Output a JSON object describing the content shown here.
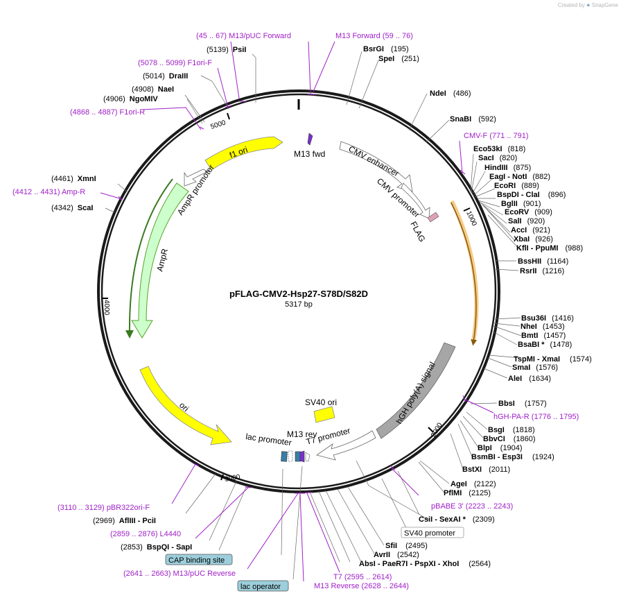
{
  "brand": {
    "created_by": "Created by",
    "name": "SnapGene"
  },
  "plasmid": {
    "name": "pFLAG-CMV2-Hsp27-S78D/S82D",
    "size_label": "5317 bp"
  },
  "ticks": [
    "1000",
    "2000",
    "3000",
    "4000",
    "5000"
  ],
  "features": [
    {
      "label": "f1 ori"
    },
    {
      "label": "AmpR promoter"
    },
    {
      "label": "AmpR"
    },
    {
      "label": "ori"
    },
    {
      "label": "M13 fwd"
    },
    {
      "label": "CMV enhancer"
    },
    {
      "label": "CMV promoter"
    },
    {
      "label": "FLAG"
    },
    {
      "label": "hGH poly(A) signal"
    },
    {
      "label": "SV40 ori"
    },
    {
      "label": "T7 promoter"
    },
    {
      "label": "M13 rev"
    },
    {
      "label": "lac promoter"
    }
  ],
  "enzymes": [
    {
      "pos": "(5139)",
      "name": "PsiI"
    },
    {
      "pos": "(5014)",
      "name": "DraIII"
    },
    {
      "pos": "(4908)",
      "name": "NaeI"
    },
    {
      "pos": "(4906)",
      "name": "NgoMIV"
    },
    {
      "pos": "(4461)",
      "name": "XmnI"
    },
    {
      "pos": "(4342)",
      "name": "ScaI"
    },
    {
      "name": "BsrGI",
      "pos": "(195)"
    },
    {
      "name": "SpeI",
      "pos": "(251)"
    },
    {
      "name": "NdeI",
      "pos": "(486)"
    },
    {
      "name": "SnaBI",
      "pos": "(592)"
    },
    {
      "name": "Eco53kI",
      "pos": "(818)"
    },
    {
      "name": "SacI",
      "pos": "(820)"
    },
    {
      "name": "HindIII",
      "pos": "(875)"
    },
    {
      "name": "EagI  -  NotI",
      "pos": "(882)"
    },
    {
      "name": "EcoRI",
      "pos": "(889)"
    },
    {
      "name": "BspDI  -  ClaI",
      "pos": "(896)"
    },
    {
      "name": "BglII",
      "pos": "(901)"
    },
    {
      "name": "EcoRV",
      "pos": "(909)"
    },
    {
      "name": "SalI",
      "pos": "(920)"
    },
    {
      "name": "AccI",
      "pos": "(921)"
    },
    {
      "name": "XbaI",
      "pos": "(926)"
    },
    {
      "name": "KflI  -  PpuMI",
      "pos": "(988)"
    },
    {
      "name": "BssHII",
      "pos": "(1164)"
    },
    {
      "name": "RsrII",
      "pos": "(1216)"
    },
    {
      "name": "Bsu36I",
      "pos": "(1416)"
    },
    {
      "name": "NheI",
      "pos": "(1453)"
    },
    {
      "name": "BmtI",
      "pos": "(1457)"
    },
    {
      "name": "BsaBI *",
      "pos": "(1478)"
    },
    {
      "name": "TspMI  -  XmaI",
      "pos": "(1574)"
    },
    {
      "name": "SmaI",
      "pos": "(1576)"
    },
    {
      "name": "AleI",
      "pos": "(1634)"
    },
    {
      "name": "BbsI",
      "pos": "(1757)"
    },
    {
      "name": "BsgI",
      "pos": "(1818)"
    },
    {
      "name": "BbvCI",
      "pos": "(1860)"
    },
    {
      "name": "BlpI",
      "pos": "(1904)"
    },
    {
      "name": "BsmBI  -  Esp3I",
      "pos": "(1924)"
    },
    {
      "name": "BstXI",
      "pos": "(2011)"
    },
    {
      "name": "AgeI",
      "pos": "(2122)"
    },
    {
      "name": "PflMI",
      "pos": "(2125)"
    },
    {
      "name": "CsiI  -  SexAI *",
      "pos": "(2309)"
    },
    {
      "name": "SfiI",
      "pos": "(2495)"
    },
    {
      "name": "AvrII",
      "pos": "(2542)"
    },
    {
      "name": "AbsI  -  PaeR7I  -  PspXI  -  XhoI",
      "pos": "(2564)"
    },
    {
      "pos": "(2969)",
      "name": "AflIII  -  PciI"
    },
    {
      "pos": "(2853)",
      "name": "BspQI  -  SapI"
    }
  ],
  "primers": [
    {
      "text": "(45 .. 67)  M13/pUC Forward"
    },
    {
      "text": "M13 Forward   (59 .. 76)"
    },
    {
      "text": "(5078 .. 5099)  F1ori-F"
    },
    {
      "text": "(4868 .. 4887)  F1ori-R"
    },
    {
      "text": "(4412 .. 4431)  Amp-R"
    },
    {
      "text": "CMV-F   (771 .. 791)"
    },
    {
      "text": "hGH-PA-R   (1776 .. 1795)"
    },
    {
      "text": "pBABE 3'   (2223 .. 2243)"
    },
    {
      "text": "(3110 .. 3129)  pBR322ori-F"
    },
    {
      "text": "(2859 .. 2876)  L4440"
    },
    {
      "text": "(2641 .. 2663)  M13/pUC Reverse"
    },
    {
      "text": "T7   (2595 .. 2614)"
    },
    {
      "text": "M13 Reverse   (2628 .. 2644)"
    }
  ],
  "boxes": [
    {
      "text": "SV40 promoter"
    },
    {
      "text": "CAP binding site"
    },
    {
      "text": "lac operator"
    }
  ],
  "colors": {
    "backbone": "#1a1a1a",
    "primer": "#a020c8",
    "f1_ori": "#ffff00",
    "ampr": "#ccffcc",
    "ampr_stroke": "#5aa02a",
    "cds_orange": "#f0a020",
    "promoter": "#ffffff",
    "terminator": "#a6a6a6",
    "feature_box": "#9ccedb",
    "flag": "#e0a0b8",
    "m13fwd": "#7a30d0",
    "cap_site": "#3a7ca5"
  }
}
